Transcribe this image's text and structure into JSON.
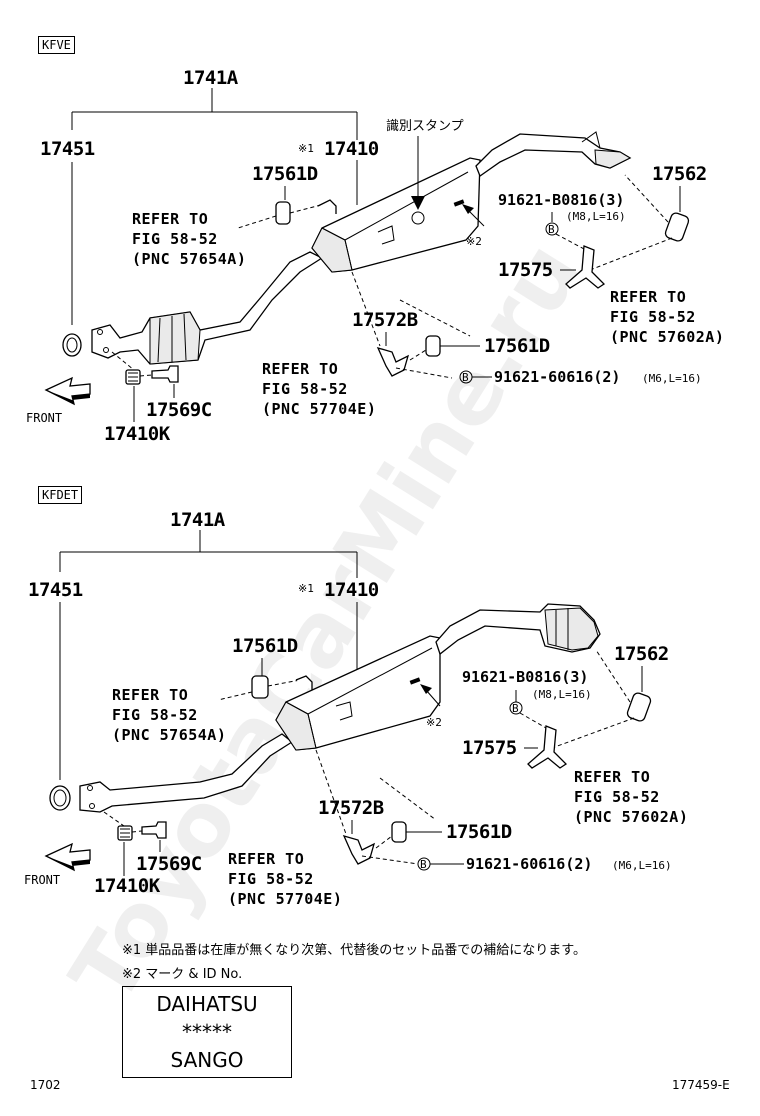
{
  "section_labels": {
    "top": "KFVE",
    "bottom": "KFDET"
  },
  "parts": {
    "assembly": "1741A",
    "gasket": "17451",
    "pipe": "17410",
    "mark1": "※1",
    "mark2": "※2",
    "hanger_d": "17561D",
    "hanger": "17562",
    "bracket": "17575",
    "bracket_b": "17572B",
    "bolt": "17569C",
    "spring": "17410K",
    "bolt_m8": "91621-B0816(3)",
    "bolt_m8_spec": "(M8,L=16)",
    "bolt_m6": "91621-60616(2)",
    "bolt_m6_spec": "(M6,L=16)",
    "b_marker": "B"
  },
  "refs": {
    "r1": [
      "REFER TO",
      "FIG 58-52",
      "(PNC 57654A)"
    ],
    "r2": [
      "REFER TO",
      "FIG 58-52",
      "(PNC 57602A)"
    ],
    "r3": [
      "REFER TO",
      "FIG 58-52",
      "(PNC 57704E)"
    ]
  },
  "stamp_label": "識別スタンプ",
  "front_label": "FRONT",
  "notes": {
    "n1": "※1 単品品番は在庫が無くなり次第、代替後のセット品番での補給になります。",
    "n2": "※2 マーク & ID No."
  },
  "stamp_box": [
    "DAIHATSU",
    "*****",
    "SANGO"
  ],
  "footer": {
    "left": "1702",
    "right": "177459-E"
  },
  "watermark": "ToyotaCarMine.ru"
}
